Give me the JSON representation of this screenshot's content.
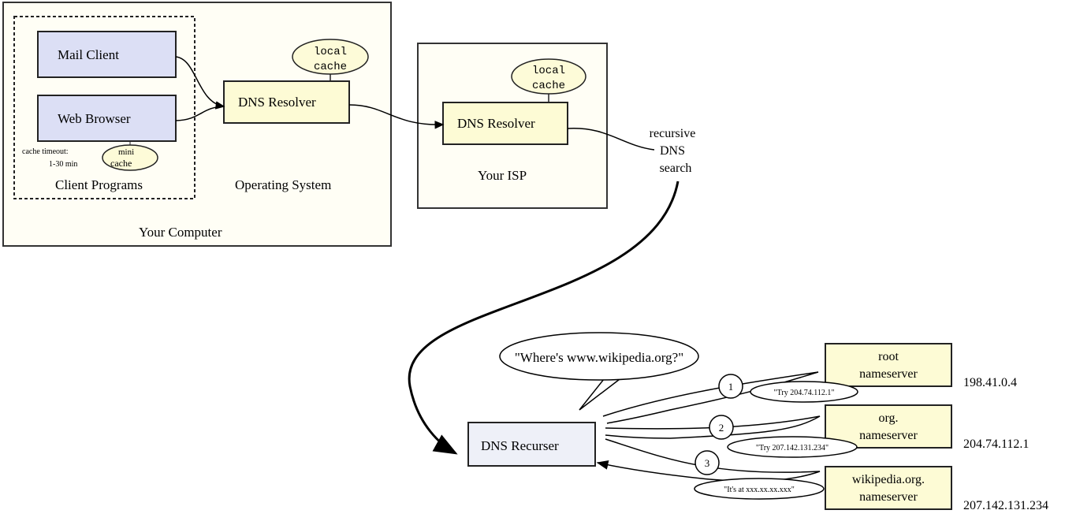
{
  "colors": {
    "client_box": "#dcdff5",
    "resolver_box": "#fdfbd5",
    "container": "#fffef5",
    "cache_ellipse": "#fdfbd8",
    "recurser_box": "#eef0f8",
    "nameserver_box": "#fdfbd5"
  },
  "computer": {
    "label": "Your Computer",
    "client_programs": {
      "label": "Client Programs",
      "mail": "Mail Client",
      "browser": "Web Browser",
      "timeout_line1": "cache timeout:",
      "timeout_line2": "1-30 min",
      "mini_cache_1": "mini",
      "mini_cache_2": "cache"
    },
    "os": {
      "label": "Operating System",
      "resolver": "DNS Resolver",
      "cache_1": "local",
      "cache_2": "cache"
    }
  },
  "isp": {
    "label": "Your ISP",
    "resolver": "DNS Resolver",
    "cache_1": "local",
    "cache_2": "cache"
  },
  "recursive": {
    "line1": "recursive",
    "line2": "DNS",
    "line3": "search"
  },
  "recurser": {
    "label": "DNS Recurser",
    "question": "\"Where's www.wikipedia.org?\""
  },
  "nameservers": [
    {
      "line1": "root",
      "line2": "nameserver",
      "ip": "198.41.0.4",
      "step": "1",
      "reply": "\"Try 204.74.112.1\""
    },
    {
      "line1": "org.",
      "line2": "nameserver",
      "ip": "204.74.112.1",
      "step": "2",
      "reply": "\"Try 207.142.131.234\""
    },
    {
      "line1": "wikipedia.org.",
      "line2": "nameserver",
      "ip": "207.142.131.234",
      "step": "3",
      "reply": "\"It's at xxx.xx.xx.xxx\""
    }
  ]
}
